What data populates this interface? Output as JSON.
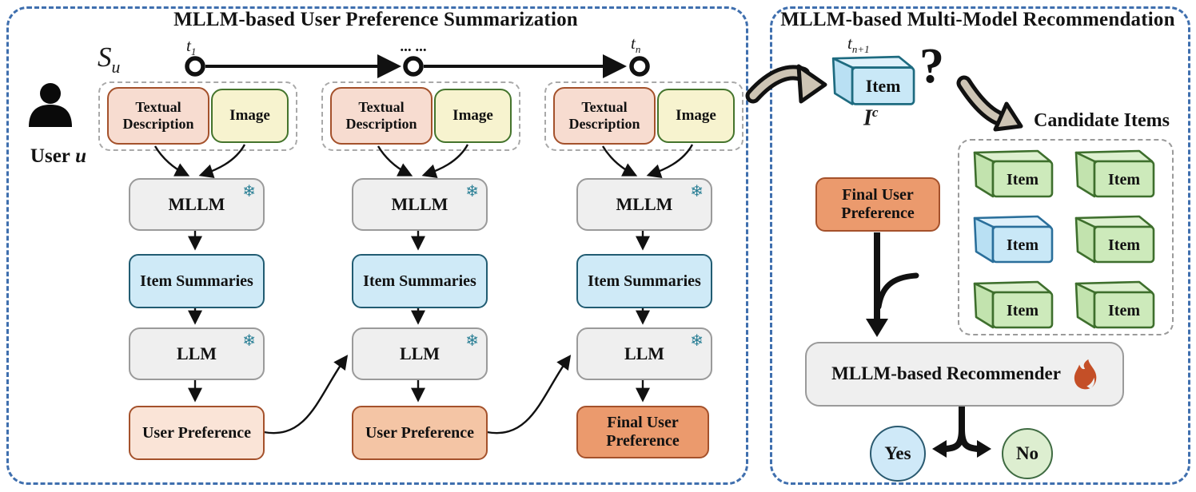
{
  "left_panel": {
    "title": "MLLM-based User Preference Summarization",
    "seq_var": {
      "base": "S",
      "sub": "u"
    },
    "user": {
      "label": "User",
      "var": "u"
    },
    "timeline": {
      "t1": {
        "base": "t",
        "sub": "1"
      },
      "ellipsis": "... ...",
      "tn": {
        "base": "t",
        "sub": "n"
      }
    },
    "columns": [
      {
        "textual": "Textual Description",
        "image": "Image",
        "mllm": "MLLM",
        "item_summaries": "Item Summaries",
        "llm": "LLM",
        "output": "User Preference"
      },
      {
        "textual": "Textual Description",
        "image": "Image",
        "mllm": "MLLM",
        "item_summaries": "Item Summaries",
        "llm": "LLM",
        "output": "User Preference"
      },
      {
        "textual": "Textual Description",
        "image": "Image",
        "mllm": "MLLM",
        "item_summaries": "Item Summaries",
        "llm": "LLM",
        "output": "Final User Preference"
      }
    ]
  },
  "right_panel": {
    "title": "MLLM-based Multi-Model Recommendation",
    "t_next": {
      "base": "t",
      "sub": "n+1"
    },
    "item_var": {
      "base": "I",
      "sup": "c"
    },
    "question_mark": "?",
    "item_label": "Item",
    "candidate_items": {
      "title": "Candidate Items",
      "grid": [
        [
          "green",
          "green"
        ],
        [
          "blue",
          "green"
        ],
        [
          "green",
          "green"
        ]
      ]
    },
    "final_user_preference": "Final User Preference",
    "recommender": "MLLM-based Recommender",
    "yes": "Yes",
    "no": "No"
  },
  "icons": {
    "frozen": "❄",
    "fire": "flame-icon",
    "user": "person-icon"
  },
  "colors": {
    "panel_border": "#3f6fae",
    "model_fill": "#efefef",
    "summaries_fill": "#cfeaf7",
    "textual_fill": "#f7dcd0",
    "image_fill": "#f7f3cf",
    "user_pref_fill": "#fae4d7",
    "user_pref2_fill": "#f4c5a5",
    "final_pref_fill": "#eb9a6d",
    "green_cube": "#cdeabb",
    "blue_cube": "#c9e8f7",
    "yes_fill": "#cfe9f8",
    "no_fill": "#ddeed0",
    "flame": "#c44f27",
    "snowflake": "#2a7f95",
    "tan_arrow": "#cdc4b4"
  }
}
